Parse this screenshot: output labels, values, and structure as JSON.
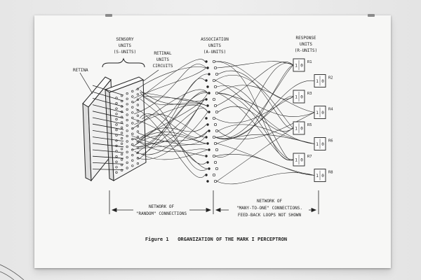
{
  "labels": {
    "retina": "RETINA",
    "sensory_units": [
      "SENSORY",
      "UNITS",
      "(S-UNITS)"
    ],
    "retinal_circuits": [
      "RETINAL",
      "UNITS",
      "CIRCUITS"
    ],
    "association_units": [
      "ASSOCIATION",
      "UNITS",
      "(A-UNITS)"
    ],
    "response_units": [
      "RESPONSE",
      "UNITS",
      "(R-UNITS)"
    ],
    "random_network": [
      "NETWORK OF",
      "\"RANDOM\" CONNECTIONS"
    ],
    "many_to_one_network": [
      "NETWORK OF",
      "\"MANY-TO-ONE\" CONNECTIONS.",
      "FEED-BACK LOOPS NOT SHOWN"
    ],
    "caption": "Figure 1   ORGANIZATION OF THE MARK I PERCEPTRON"
  },
  "response_units": [
    {
      "label": "R1",
      "digits": [
        "1",
        "0"
      ]
    },
    {
      "label": "R2",
      "digits": [
        "1",
        "0"
      ]
    },
    {
      "label": "R3",
      "digits": [
        "1",
        "0"
      ]
    },
    {
      "label": "R4",
      "digits": [
        "1",
        "0"
      ]
    },
    {
      "label": "R5",
      "digits": [
        "1",
        "0"
      ]
    },
    {
      "label": "R6",
      "digits": [
        "1",
        "0"
      ]
    },
    {
      "label": "R7",
      "digits": [
        "1",
        "0"
      ]
    },
    {
      "label": "R8",
      "digits": [
        "1",
        "0"
      ]
    }
  ],
  "colors": {
    "ink": "#222222",
    "paper": "#f7f7f6",
    "wall": "#eaeaea"
  }
}
